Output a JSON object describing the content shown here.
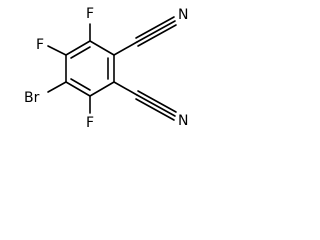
{
  "molecule": {
    "atoms": {
      "f_top": "F",
      "f_upper_left": "F",
      "br": "Br",
      "f_bottom": "F",
      "n_top": "N",
      "n_bottom": "N"
    }
  }
}
